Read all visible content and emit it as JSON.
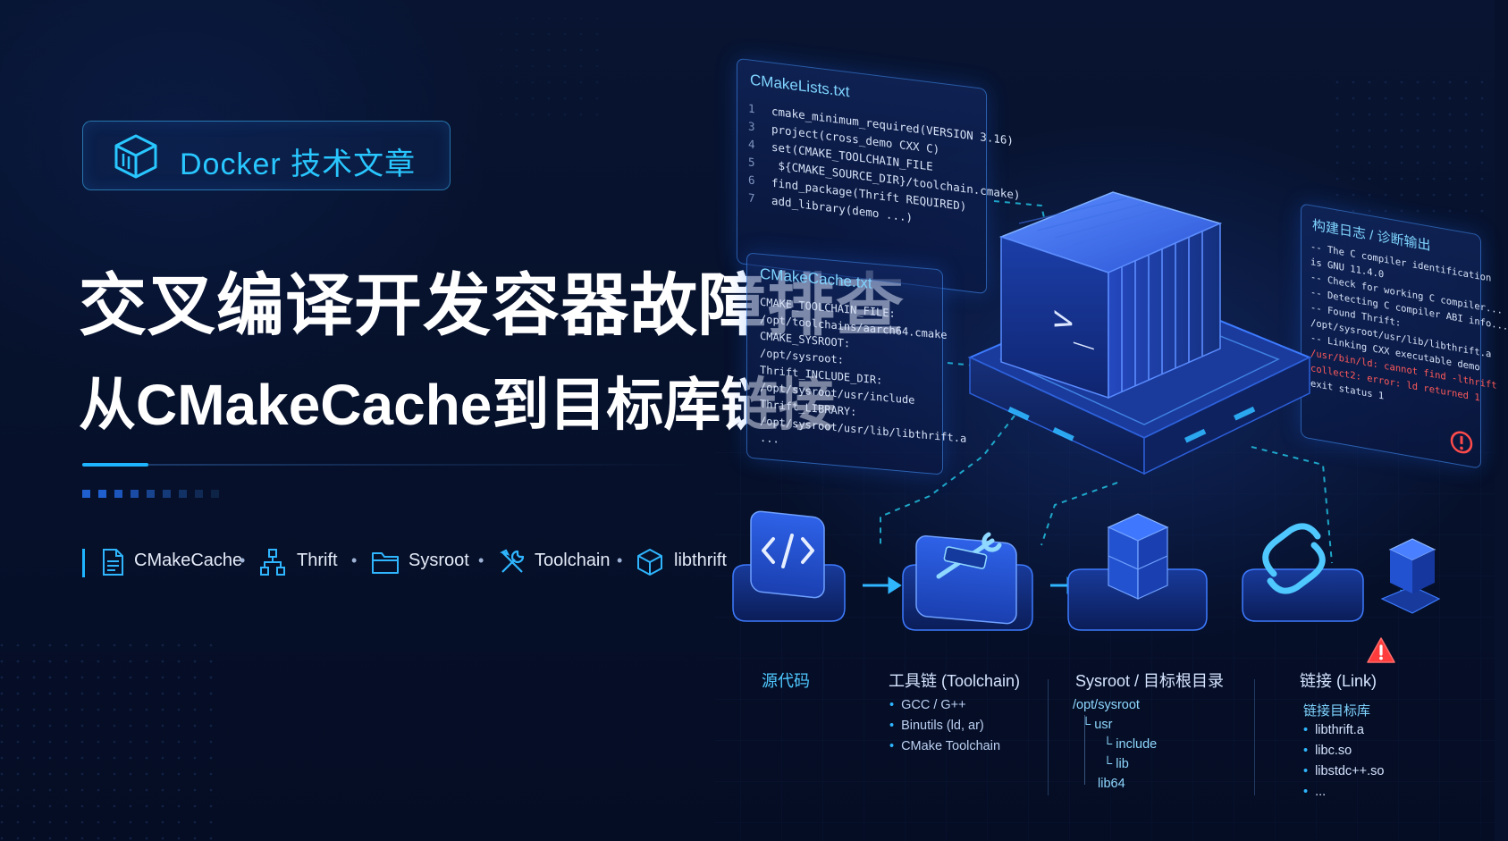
{
  "header": {
    "badge": "Docker 技术文章",
    "title_line1": "交叉编译开发容器故障排查",
    "title_line2": "从CMakeCache到目标库链接"
  },
  "tags": [
    "CMakeCache",
    "Thrift",
    "Sysroot",
    "Toolchain",
    "libthrift"
  ],
  "cmakelists": {
    "title": "CMakeLists.txt",
    "lines": [
      {
        "n": "1",
        "code": "cmake_minimum_required(VERSION 3.16)"
      },
      {
        "n": "3",
        "code": "project(cross_demo CXX C)"
      },
      {
        "n": "4",
        "code": "set(CMAKE_TOOLCHAIN_FILE"
      },
      {
        "n": "5",
        "code": "  ${CMAKE_SOURCE_DIR}/toolchain.cmake)"
      },
      {
        "n": "6",
        "code": "find_package(Thrift REQUIRED)"
      },
      {
        "n": "7",
        "code": "add_library(demo ...)"
      }
    ]
  },
  "cmakecache": {
    "title": "CMakeCache.txt",
    "lines": [
      "CMAKE_TOOLCHAIN_FILE:",
      "/opt/toolchains/aarch64.cmake",
      "CMAKE_SYSROOT:",
      "/opt/sysroot:",
      "Thrift_INCLUDE_DIR:",
      "/opt/sysroot/usr/include",
      "Thrift_LIBRARY:",
      "/opt/sysroot/usr/lib/libthrift.a",
      "..."
    ]
  },
  "buildlog": {
    "title": "构建日志 / 诊断输出",
    "lines": [
      "-- The C compiler identification",
      "   is GNU 11.4.0",
      "-- Check for working C compiler...",
      "-- Detecting C compiler ABI info...",
      "-- Found Thrift:",
      "   /opt/sysroot/usr/lib/libthrift.a",
      "-- Linking CXX executable demo"
    ],
    "error_lines": [
      "/usr/bin/ld: cannot find -lthrift",
      "collect2: error: ld returned 1"
    ],
    "status_line": "exit status 1"
  },
  "container": {
    "prompt": ">_"
  },
  "toolchain_chip": "cmake",
  "stages": {
    "source": {
      "label": "源代码"
    },
    "toolchain": {
      "label": "工具链 (Toolchain)",
      "items": [
        "GCC / G++",
        "Binutils (ld, ar)",
        "CMake Toolchain"
      ]
    },
    "sysroot": {
      "label": "Sysroot / 目标根目录",
      "tree": [
        "/opt/sysroot",
        "└ usr",
        "└ include",
        "└ lib",
        "lib64"
      ]
    },
    "link": {
      "label": "链接 (Link)",
      "sublabel": "链接目标库",
      "items": [
        "libthrift.a",
        "libc.so",
        "libstdc++.so",
        "..."
      ]
    }
  },
  "colors": {
    "accent": "#1fb4ff",
    "error": "#ff4b4b",
    "background": "#07112b"
  }
}
